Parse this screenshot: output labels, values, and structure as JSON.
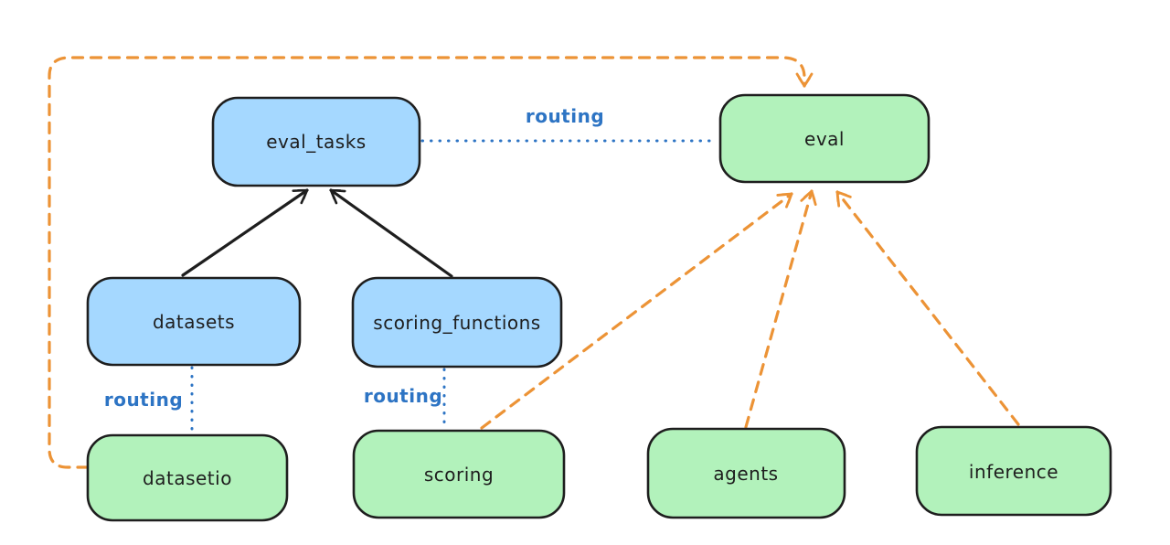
{
  "diagram": {
    "background": "#ffffff",
    "colors": {
      "node_stroke": "#1e1e1e",
      "api_fill_blue": "#a5d8ff",
      "provider_fill_green": "#b2f2bb",
      "routing_blue": "#2d74c4",
      "orange_dashed": "#ec9336",
      "black_arrow": "#1e1e1e",
      "text": "#1e1e1e"
    },
    "nodes": {
      "eval_tasks": {
        "label": "eval_tasks",
        "fill": "#a5d8ff"
      },
      "eval": {
        "label": "eval",
        "fill": "#b2f2bb"
      },
      "datasets": {
        "label": "datasets",
        "fill": "#a5d8ff"
      },
      "scoring_functions": {
        "label": "scoring_functions",
        "fill": "#a5d8ff"
      },
      "datasetio": {
        "label": "datasetio",
        "fill": "#b2f2bb"
      },
      "scoring": {
        "label": "scoring",
        "fill": "#b2f2bb"
      },
      "agents": {
        "label": "agents",
        "fill": "#b2f2bb"
      },
      "inference": {
        "label": "inference",
        "fill": "#b2f2bb"
      }
    },
    "edge_labels": {
      "routing": "routing"
    }
  }
}
